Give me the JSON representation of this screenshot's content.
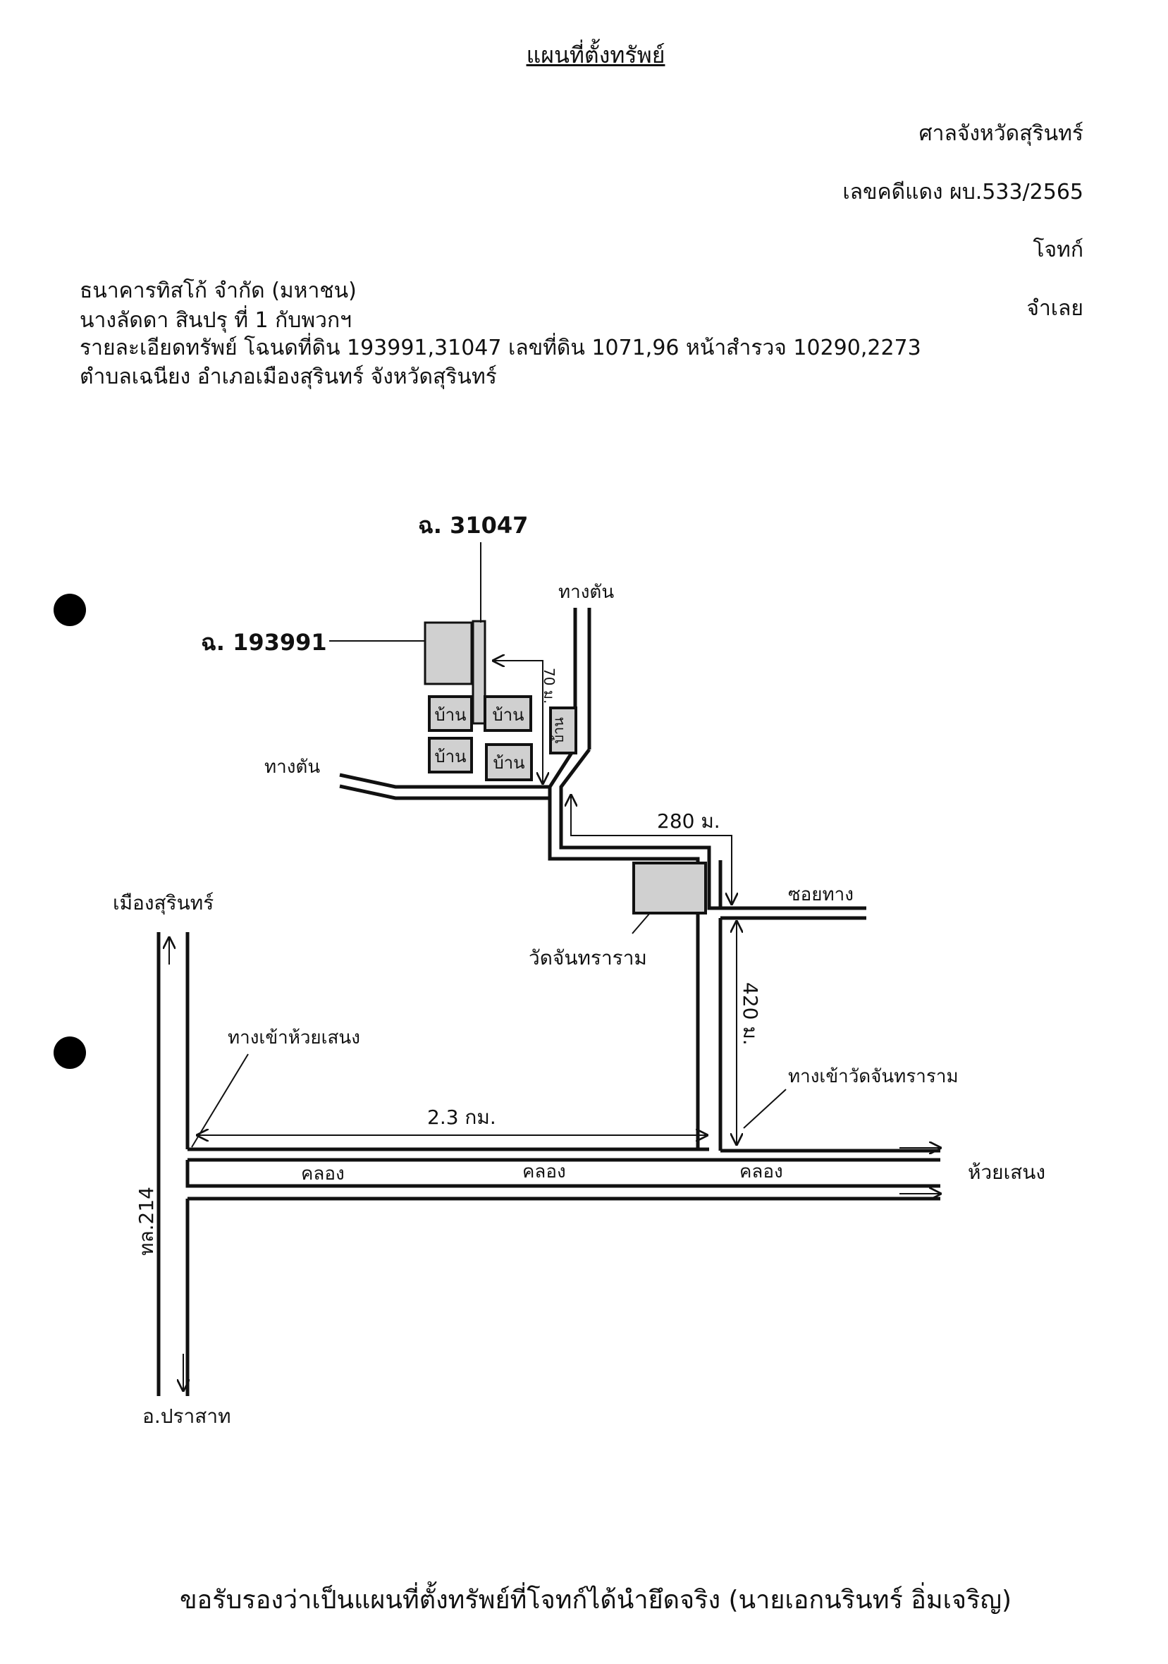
{
  "header": {
    "title": "แผนที่ตั้งทรัพย์",
    "court": "ศาลจังหวัดสุรินทร์",
    "case_number": "เลขคดีแดง ผบ.533/2565",
    "plaintiff_role": "โจทก์",
    "defendant_role": "จำเลย"
  },
  "parties": {
    "plaintiff": "ธนาคารทิสโก้ จำกัด (มหาชน)",
    "defendant": "นางลัดดา สินปรุ ที่ 1 กับพวกฯ",
    "property_details": "รายละเอียดทรัพย์ โฉนดที่ดิน 193991,31047 เลขที่ดิน 1071,96 หน้าสำรวจ 10290,2273",
    "location": "ตำบลเฉนียง อำเภอเมืองสุรินทร์ จังหวัดสุรินทร์"
  },
  "map": {
    "deed_a": "ฉ. 31047",
    "deed_b": "ฉ. 193991",
    "dead_end_north": "ทางตัน",
    "dead_end_west": "ทางตัน",
    "house": "บ้าน",
    "dist_70": "70 ม.",
    "dist_280": "280 ม.",
    "dist_420": "420 ม.",
    "dist_23": "2.3 กม.",
    "alley": "ซอยทาง",
    "temple": "วัดจันทราราม",
    "temple_entrance": "ทางเข้าวัดจันทราราม",
    "huai_entrance": "ทางเข้าห้วยเสนง",
    "canal": "คลอง",
    "huai_senong": "ห้วยเสนง",
    "mueang_surin": "เมืองสุรินทร์",
    "highway": "ทล.214",
    "prasat": "อ.ปราสาท"
  },
  "footer": {
    "certification": "ขอรับรองว่าเป็นแผนที่ตั้งทรัพย์ที่โจทก์ได้นำยึดจริง (นายเอกนรินทร์ อิ่มเจริญ)"
  },
  "colors": {
    "parcel_fill": "#d0d0d0",
    "ink": "#111111"
  }
}
